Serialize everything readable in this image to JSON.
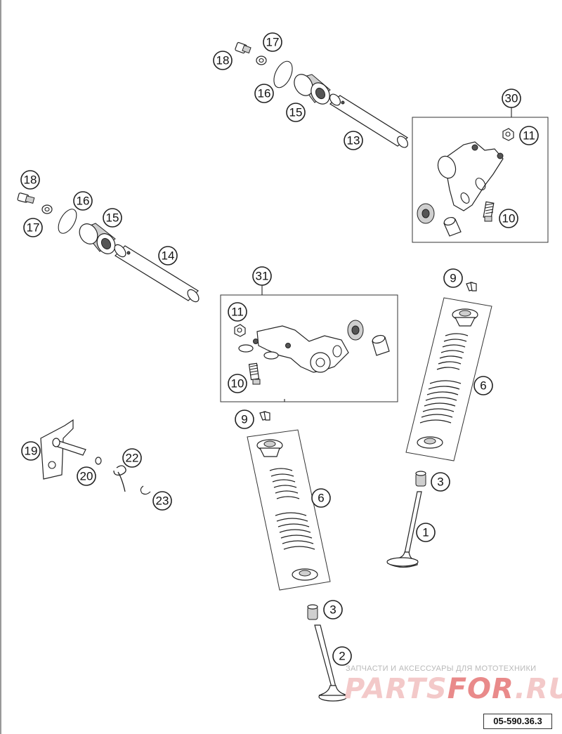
{
  "diagram": {
    "code": "05-590.36.3",
    "watermark": {
      "subtitle": "ЗАПЧАСТИ И АКСЕССУАРЫ ДЛЯ МОТОТЕХНИКИ",
      "brand_a": "PARTS",
      "brand_b": "FOR",
      "brand_c": ".RU"
    },
    "callouts": [
      {
        "id": "c18a",
        "label": "18"
      },
      {
        "id": "c17a",
        "label": "17"
      },
      {
        "id": "c16a",
        "label": "16"
      },
      {
        "id": "c15a",
        "label": "15"
      },
      {
        "id": "c13",
        "label": "13"
      },
      {
        "id": "c30",
        "label": "30"
      },
      {
        "id": "c11a",
        "label": "11"
      },
      {
        "id": "c10a",
        "label": "10"
      },
      {
        "id": "c18b",
        "label": "18"
      },
      {
        "id": "c16b",
        "label": "16"
      },
      {
        "id": "c15b",
        "label": "15"
      },
      {
        "id": "c17b",
        "label": "17"
      },
      {
        "id": "c14",
        "label": "14"
      },
      {
        "id": "c31",
        "label": "31"
      },
      {
        "id": "c11b",
        "label": "11"
      },
      {
        "id": "c10b",
        "label": "10"
      },
      {
        "id": "c9a",
        "label": "9"
      },
      {
        "id": "c6a",
        "label": "6"
      },
      {
        "id": "c9b",
        "label": "9"
      },
      {
        "id": "c6b",
        "label": "6"
      },
      {
        "id": "c3a",
        "label": "3"
      },
      {
        "id": "c1",
        "label": "1"
      },
      {
        "id": "c3b",
        "label": "3"
      },
      {
        "id": "c2",
        "label": "2"
      },
      {
        "id": "c19",
        "label": "19"
      },
      {
        "id": "c20",
        "label": "20"
      },
      {
        "id": "c22",
        "label": "22"
      },
      {
        "id": "c23",
        "label": "23"
      }
    ]
  }
}
